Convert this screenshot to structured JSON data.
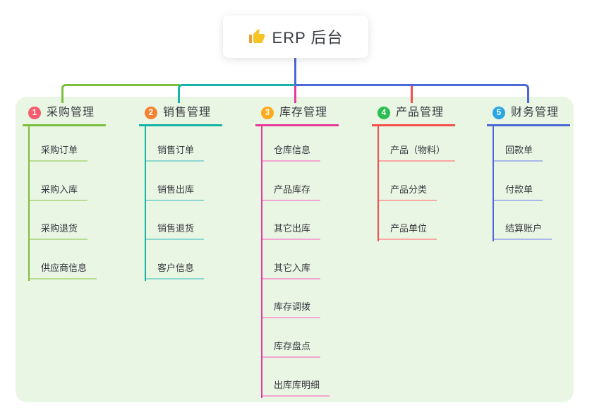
{
  "root": {
    "title": "ERP 后台",
    "icon": "thumbs-up-icon"
  },
  "branches": [
    {
      "index": "1",
      "label": "采购管理",
      "badge_color": "#f65b6e",
      "line_color": "#7cbf3f",
      "light_color": "#b9dd90",
      "children": [
        "采购订单",
        "采购入库",
        "采购退货",
        "供应商信息"
      ]
    },
    {
      "index": "2",
      "label": "销售管理",
      "badge_color": "#f58233",
      "line_color": "#16b3a6",
      "light_color": "#8bd8cf",
      "children": [
        "销售订单",
        "销售出库",
        "销售退货",
        "客户信息"
      ]
    },
    {
      "index": "3",
      "label": "库存管理",
      "badge_color": "#fbab1c",
      "line_color": "#e63a9b",
      "light_color": "#f3a6d0",
      "children": [
        "仓库信息",
        "产品库存",
        "其它出库",
        "其它入库",
        "库存调拨",
        "库存盘点",
        "出库库明细"
      ]
    },
    {
      "index": "4",
      "label": "产品管理",
      "badge_color": "#2dbe53",
      "line_color": "#f4504e",
      "light_color": "#f9a8a4",
      "children": [
        "产品（物料）",
        "产品分类",
        "产品单位"
      ]
    },
    {
      "index": "5",
      "label": "财务管理",
      "badge_color": "#29a6e3",
      "line_color": "#4c68d7",
      "light_color": "#a9b7ec",
      "children": [
        "回款单",
        "付款单",
        "结算账户"
      ]
    }
  ],
  "colors": {
    "canvas_bg": "#ffffff",
    "panel_bg": "#eaf6e4",
    "root_line": "#4c68d7"
  }
}
